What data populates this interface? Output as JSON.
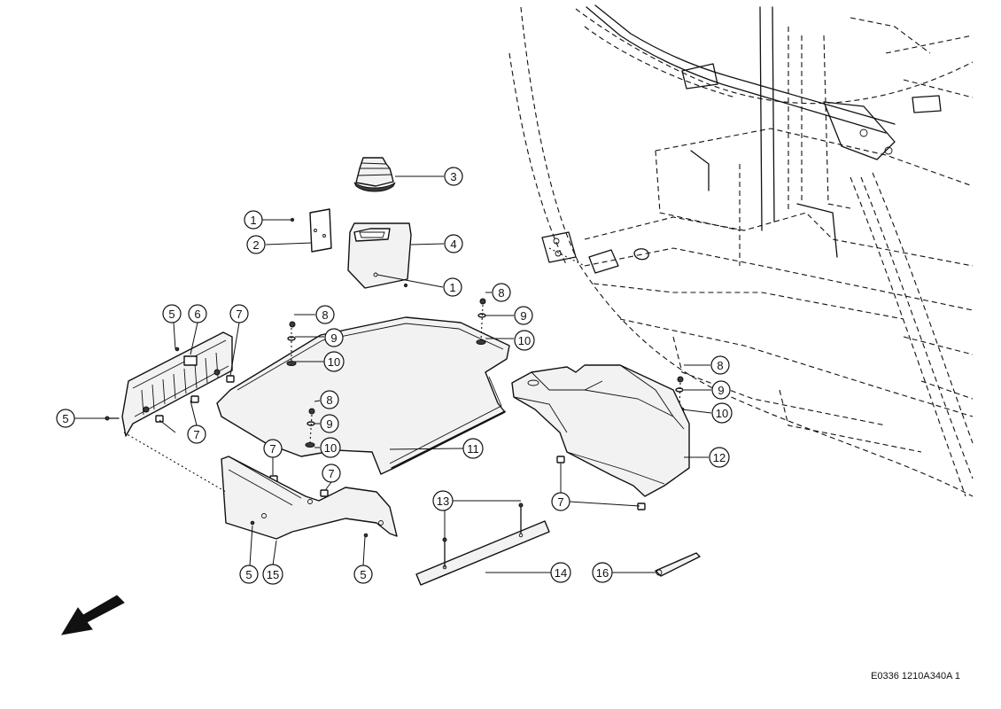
{
  "figure_code": "E0336 1210A340A 1",
  "direction_arrow": "front-direction-arrow-icon",
  "callouts": {
    "c1a": "1",
    "c2": "2",
    "c3": "3",
    "c4": "4",
    "c1b": "1",
    "c8a": "8",
    "c9a": "9",
    "c10a": "10",
    "c5a": "5",
    "c6": "6",
    "c7a": "7",
    "c8b": "8",
    "c9b": "9",
    "c10b": "10",
    "c8c": "8",
    "c9c": "9",
    "c10c": "10",
    "c8d": "8",
    "c9d": "9",
    "c10d": "10",
    "c5b": "5",
    "c7b": "7",
    "c11": "11",
    "c12": "12",
    "c7c": "7",
    "c7d": "7",
    "c13": "13",
    "c7e": "7",
    "c5c": "5",
    "c15": "15",
    "c5d": "5",
    "c14": "14",
    "c16": "16"
  }
}
